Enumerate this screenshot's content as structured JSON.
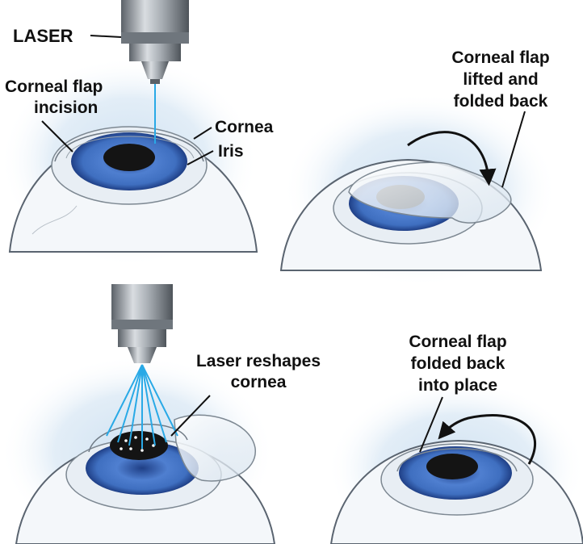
{
  "panels": [
    {
      "labels": {
        "laser": "LASER",
        "flap_incision_line1": "Corneal flap",
        "flap_incision_line2": "incision",
        "cornea": "Cornea",
        "iris": "Iris"
      }
    },
    {
      "labels": {
        "line1": "Corneal flap",
        "line2": "lifted and",
        "line3": "folded back"
      }
    },
    {
      "labels": {
        "line1": "Laser reshapes",
        "line2": "cornea"
      }
    },
    {
      "labels": {
        "line1": "Corneal flap",
        "line2": "folded back",
        "line3": "into place"
      }
    }
  ],
  "colors": {
    "iris": "#3f6fc0",
    "iris_dark": "#1f3f86",
    "pupil": "#141414",
    "laser_beam": "#29a9e6",
    "halo": "#cfe1f1",
    "eye_outline": "#5a6470",
    "laser_metal": "#8d949b"
  }
}
